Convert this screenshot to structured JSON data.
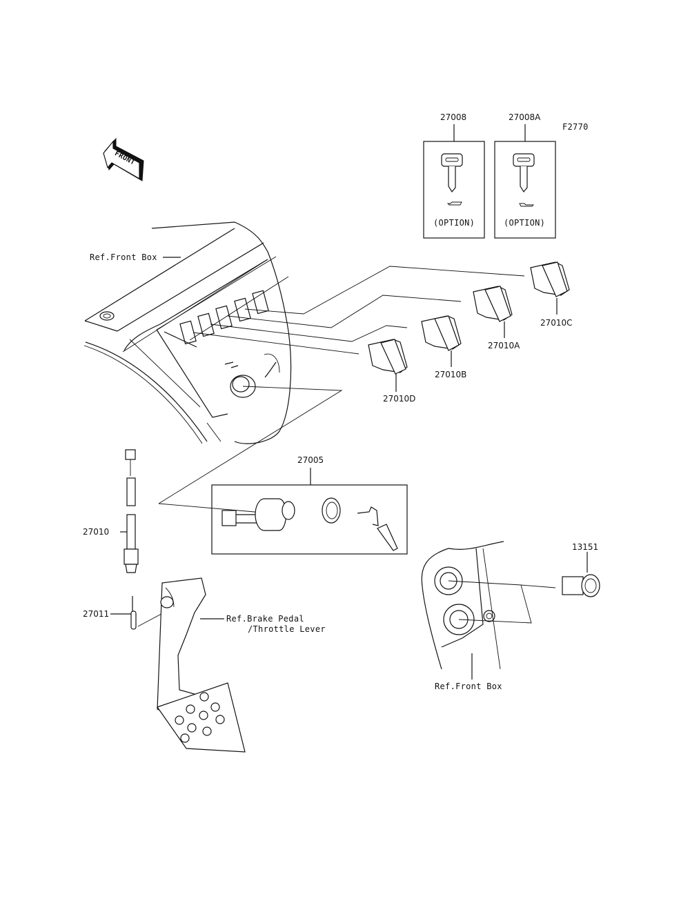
{
  "figure": {
    "id": "F2770",
    "front_arrow": "FRONT"
  },
  "parts": {
    "key_blank_1": {
      "number": "27008",
      "note": "(OPTION)"
    },
    "key_blank_2": {
      "number": "27008A",
      "note": "(OPTION)"
    },
    "switch_a": {
      "number": "27010A"
    },
    "switch_b": {
      "number": "27010B"
    },
    "switch_c": {
      "number": "27010C"
    },
    "switch_d": {
      "number": "27010D"
    },
    "ignition_switch": {
      "number": "27005"
    },
    "brake_switch": {
      "number": "27010"
    },
    "spring": {
      "number": "27011"
    },
    "socket": {
      "number": "13151"
    }
  },
  "references": {
    "front_box_top": "Ref.Front Box",
    "brake_pedal_line1": "Ref.Brake Pedal",
    "brake_pedal_line2": "/Throttle Lever",
    "front_box_bottom": "Ref.Front Box"
  }
}
